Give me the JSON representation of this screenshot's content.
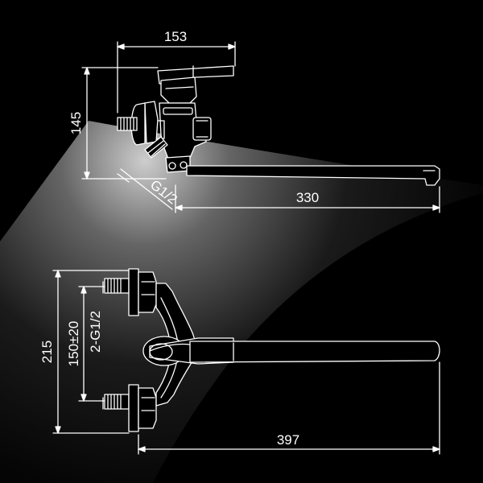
{
  "dimensions": {
    "top_width": "153",
    "top_height": "145",
    "thread": "G1/2",
    "spout_length": "330",
    "front_height": "215",
    "front_spacing": "150±20",
    "front_thread": "2-G1/2",
    "total_width": "397"
  },
  "colors": {
    "background": "#000000",
    "line": "#ffffff"
  }
}
